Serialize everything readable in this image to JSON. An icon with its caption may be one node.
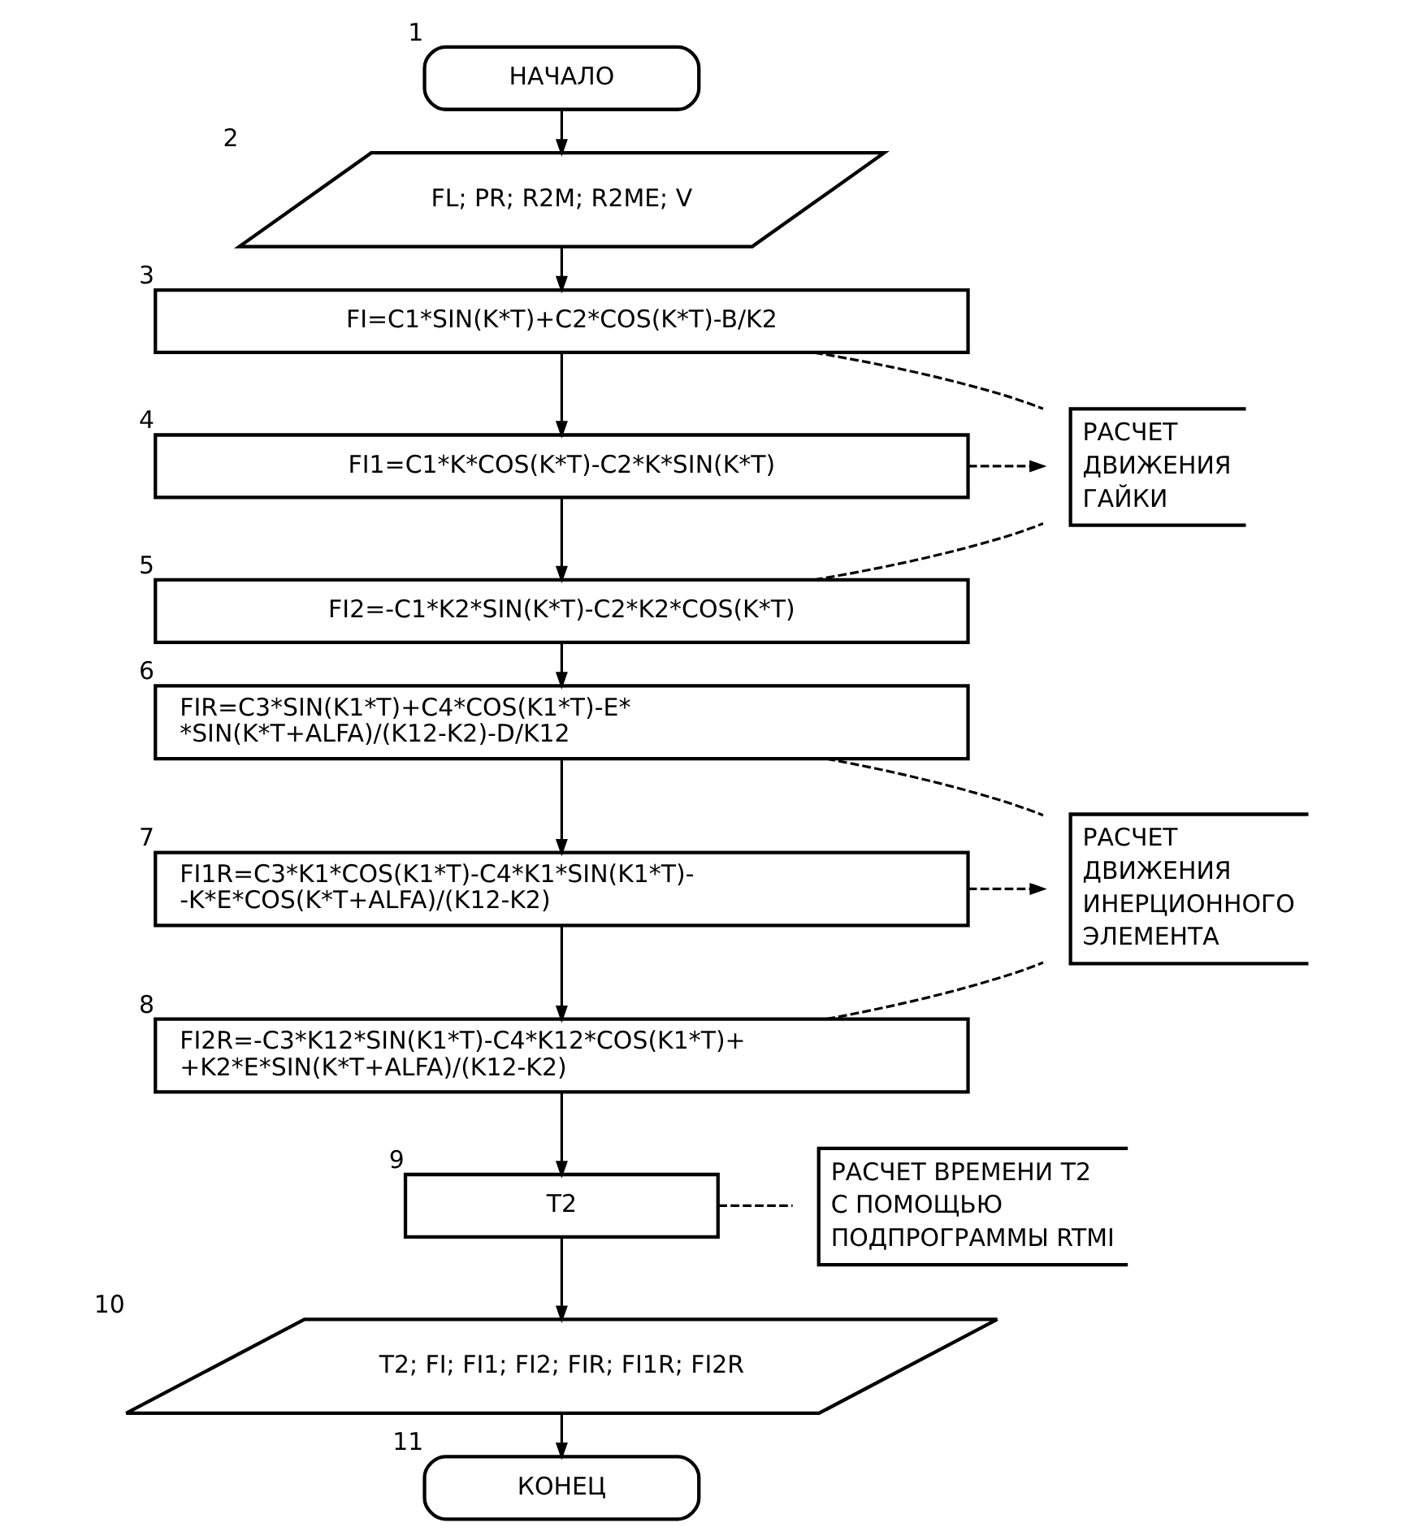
{
  "diagram": {
    "nodes": [
      {
        "text": [
          "НАЧАЛО"
        ],
        "beside": [
          "1"
        ]
      },
      {
        "text": [
          "FL; PR; R2M; R2ME; V"
        ],
        "beside": [
          "2"
        ]
      },
      {
        "text": [
          "FI=C1*SIN(K*T)+C2*COS(K*T)-B/K2"
        ],
        "beside": [
          "3"
        ]
      },
      {
        "text": [
          "FI1=C1*K*COS(K*T)-C2*K*SIN(K*T)"
        ],
        "beside": [
          "4"
        ]
      },
      {
        "text": [
          "FI2=-C1*K2*SIN(K*T)-C2*K2*COS(K*T)"
        ],
        "beside": [
          "5"
        ]
      },
      {
        "text": [
          "FIR=C3*SIN(K1*T)+C4*COS(K1*T)-E* *SIN(K*T+ALFA)/(K12-K2)-D/K12"
        ],
        "beside": [
          "6"
        ]
      },
      {
        "text": [
          "FI1R=C3*K1*COS(K1*T)-C4*K1*SIN(K1*T)- -K*E*COS(K*T+ALFA)/(K12-K2)"
        ],
        "beside": [
          "7"
        ]
      },
      {
        "text": [
          "FI2R=-C3*K12*SIN(K1*T)-C4*K12*COS(K1*T)+ +K2*E*SIN(K*T+ALFA)/(K12-K2)"
        ],
        "beside": [
          "8"
        ]
      },
      {
        "text": [
          "T2"
        ],
        "beside": [
          "9"
        ]
      },
      {
        "text": [
          "T2; FI; FI1; FI2; FIR; FI1R; FI2R"
        ],
        "beside": [
          "10"
        ]
      },
      {
        "text": [
          "КОНЕЦ"
        ],
        "beside": [
          "11"
        ]
      },
      {
        "text": [
          "РАСЧЕТ ДВИЖЕНИЯ ГАЙКИ"
        ]
      },
      {
        "text": [
          "РАСЧЕТ ДВИЖЕНИЯ ИНЕРЦИОННОГО ЭЛЕМЕНТА"
        ]
      },
      {
        "text": [
          "РАСЧЕТ ВРЕМЕНИ T2 С ПОМОЩЬЮ ПОДПРОГРАММЫ RTMI"
        ]
      }
    ],
    "edges": [
      {
        "from": 0,
        "to": 1,
        "arrow": "to"
      },
      {
        "from": 1,
        "to": 2,
        "arrow": "to"
      },
      {
        "from": 2,
        "to": 3,
        "arrow": "to"
      },
      {
        "from": 3,
        "to": 4,
        "arrow": "to"
      },
      {
        "from": 4,
        "to": 5,
        "arrow": "to"
      },
      {
        "from": 5,
        "to": 6,
        "arrow": "to"
      },
      {
        "from": 6,
        "to": 7,
        "arrow": "to"
      },
      {
        "from": 7,
        "to": 8,
        "arrow": "to"
      },
      {
        "from": 8,
        "to": 9,
        "arrow": "to"
      },
      {
        "from": 9,
        "to": 10,
        "arrow": "to"
      },
      {
        "from": 2,
        "to": 11,
        "arrow": "none",
        "style": "dashed"
      },
      {
        "from": 3,
        "to": 11,
        "arrow": "to",
        "style": "dashed"
      },
      {
        "from": 4,
        "to": 11,
        "arrow": "none",
        "style": "dashed"
      },
      {
        "from": 5,
        "to": 12,
        "arrow": "none",
        "style": "dashed"
      },
      {
        "from": 6,
        "to": 12,
        "arrow": "to",
        "style": "dashed"
      },
      {
        "from": 7,
        "to": 12,
        "arrow": "none",
        "style": "dashed"
      },
      {
        "from": 8,
        "to": 13,
        "arrow": "none",
        "style": "dashed"
      }
    ]
  }
}
